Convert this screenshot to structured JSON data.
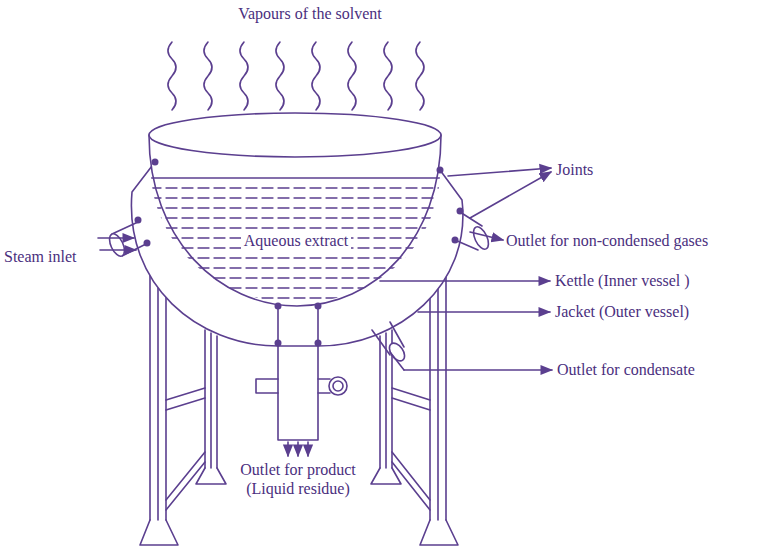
{
  "diagram": {
    "labels": [
      "Vapours of the solvent",
      "Joints",
      "Steam inlet",
      "Aqueous extract",
      "Outlet for non-condensed gases",
      "Kettle (Inner vessel )",
      "Jacket (Outer vessel)",
      "Outlet for condensate",
      "Outlet for product (Liquid residue)"
    ]
  }
}
